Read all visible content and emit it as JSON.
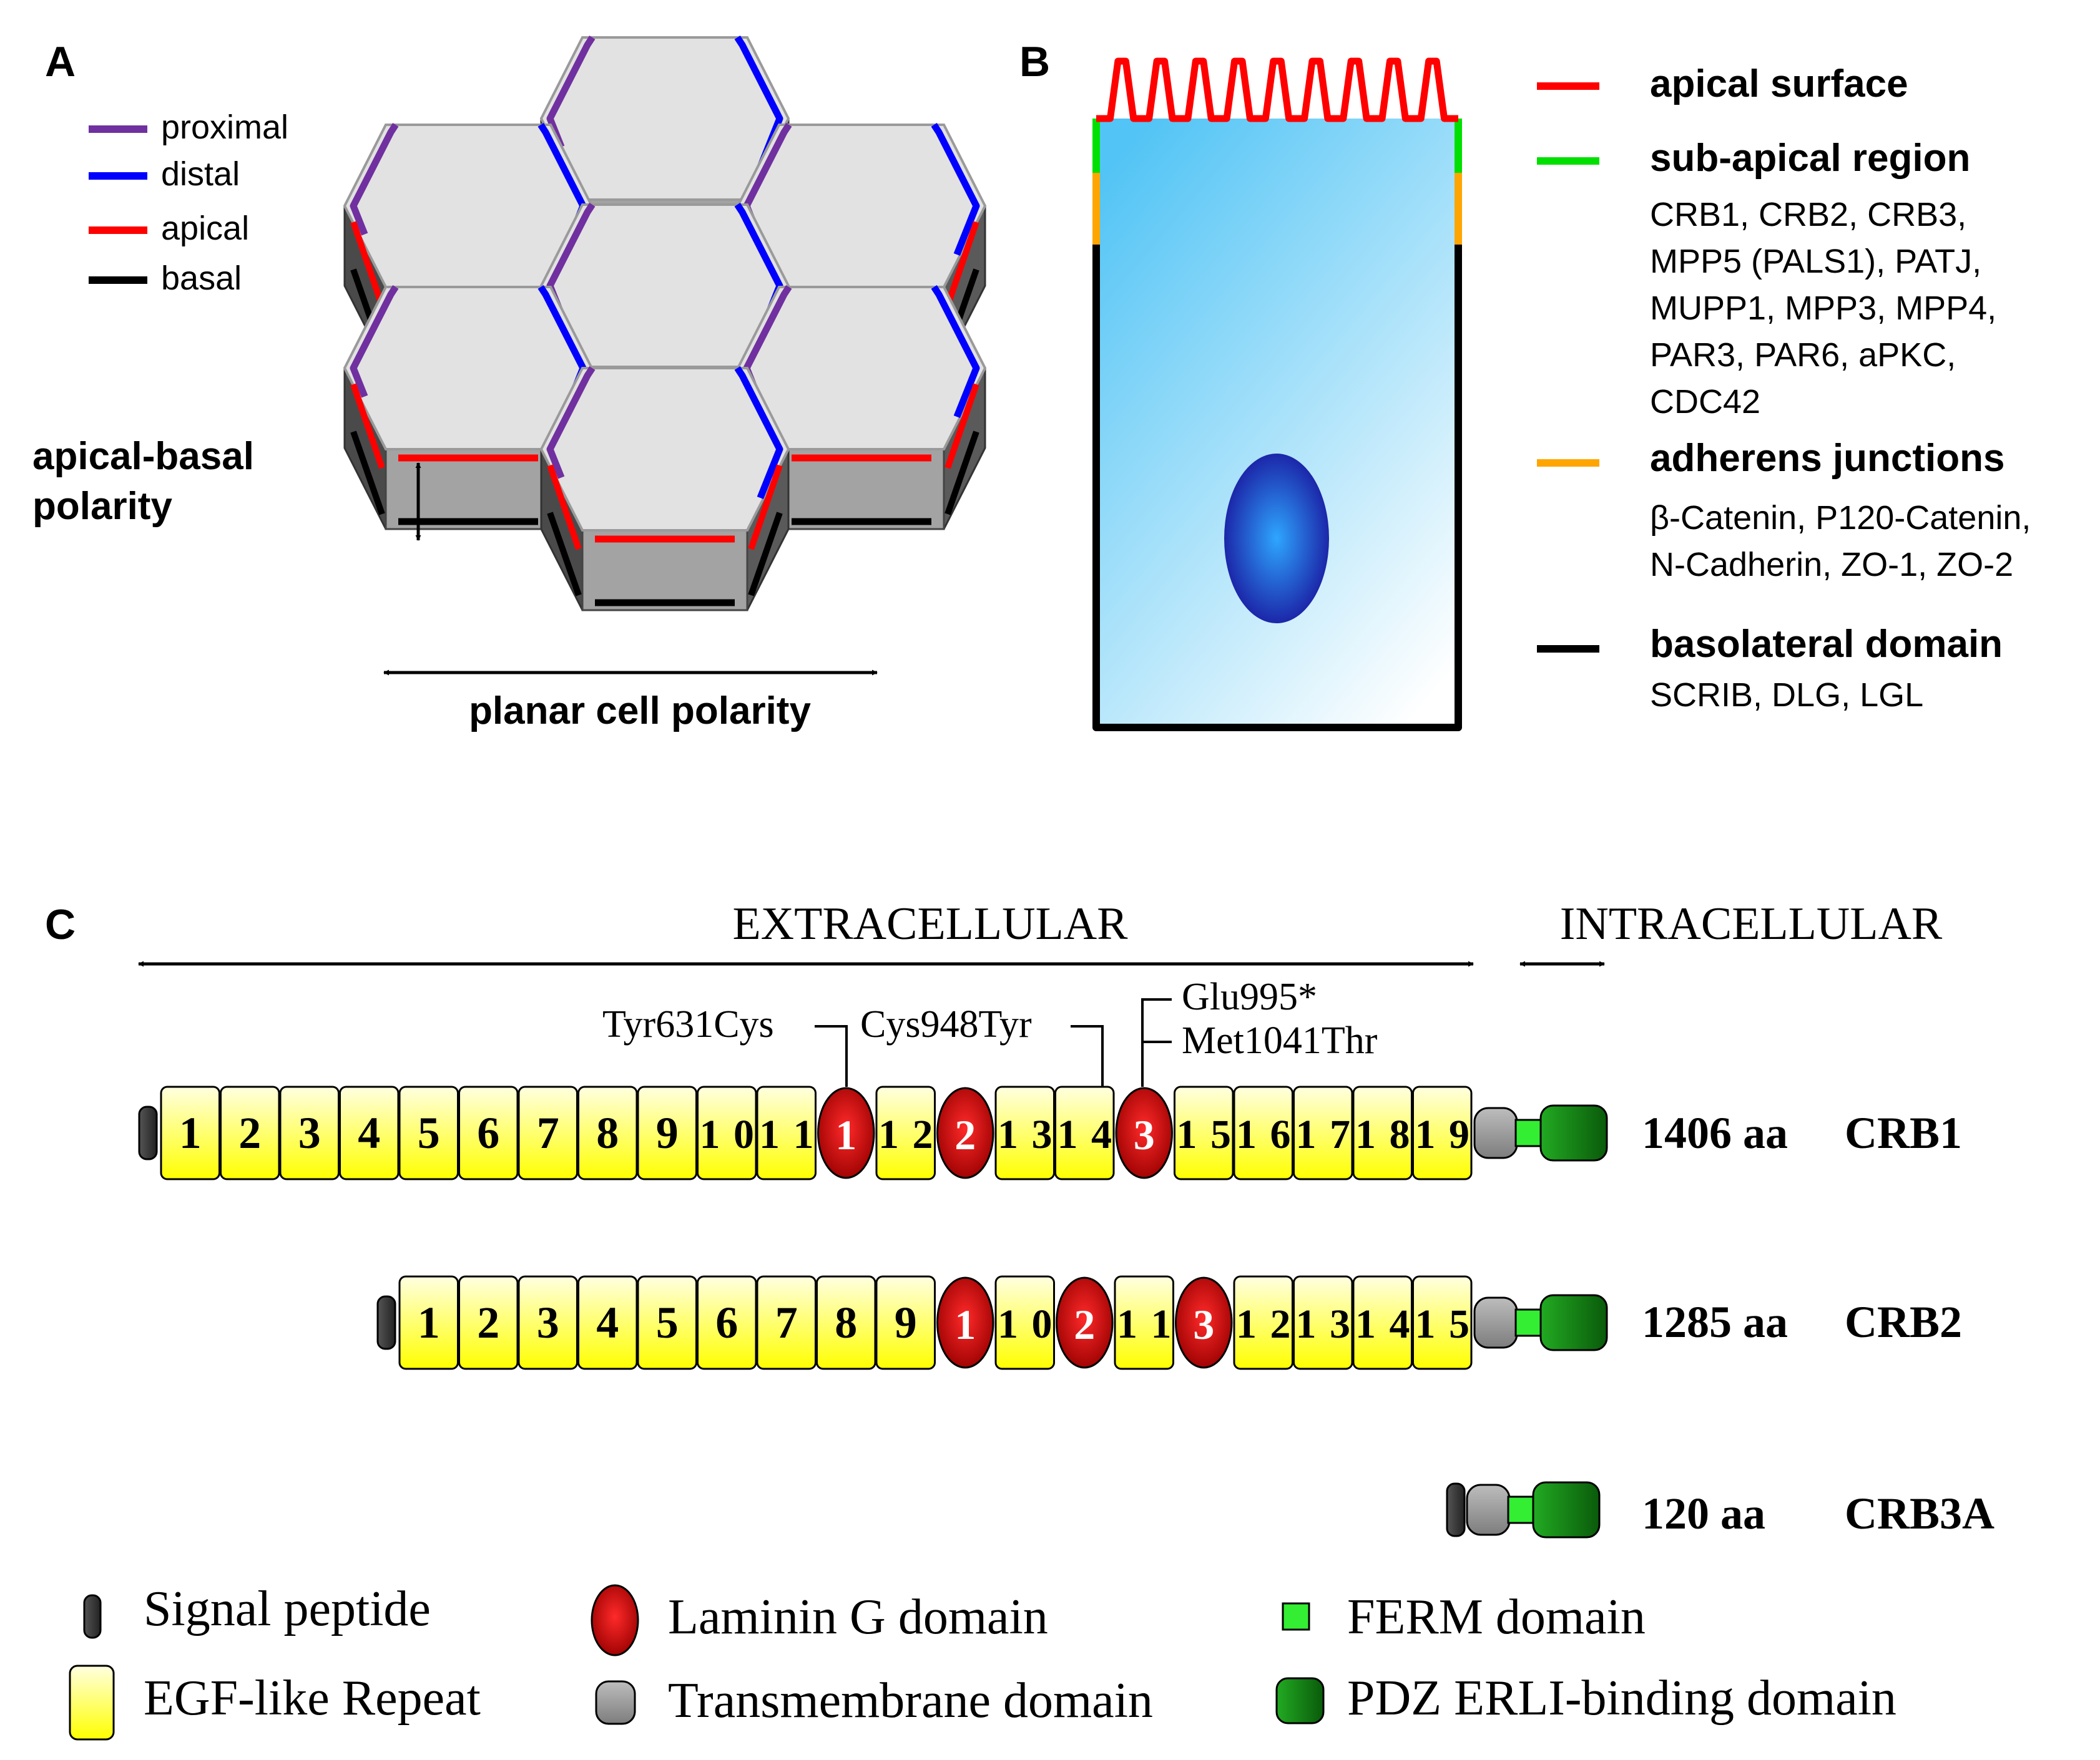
{
  "panel_a": {
    "letter": "A",
    "legend": [
      {
        "label": "proximal",
        "color": "#7030a0"
      },
      {
        "label": "distal",
        "color": "#0000ff"
      },
      {
        "label": "apical",
        "color": "#ff0000"
      },
      {
        "label": "basal",
        "color": "#000000"
      }
    ],
    "apical_basal_line1": "apical-basal",
    "apical_basal_line2": "polarity",
    "planar_label": "planar cell polarity"
  },
  "panel_b": {
    "letter": "B",
    "legend": [
      {
        "title": "apical surface",
        "color": "#ff0000",
        "lines": []
      },
      {
        "title": "sub-apical region",
        "color": "#00e000",
        "lines": [
          "CRB1, CRB2, CRB3,",
          "MPP5 (PALS1), PATJ,",
          "MUPP1, MPP3, MPP4,",
          "PAR3, PAR6, aPKC,",
          "CDC42"
        ]
      },
      {
        "title": "adherens junctions",
        "color": "#ffa500",
        "lines": [
          "β-Catenin, P120-Catenin,",
          "N-Cadherin, ZO-1, ZO-2"
        ]
      },
      {
        "title": "basolateral domain",
        "color": "#000000",
        "lines": [
          "SCRIB, DLG, LGL"
        ]
      }
    ]
  },
  "panel_c": {
    "letter": "C",
    "extracellular_label": "EXTRACELLULAR",
    "intracellular_label": "INTRACELLULAR",
    "mutations": {
      "tyr": "Tyr631Cys",
      "cys": "Cys948Tyr",
      "glu": "Glu995*",
      "met": "Met1041Thr"
    },
    "proteins": [
      {
        "name": "CRB1",
        "length": "1406 aa",
        "domains": [
          "1",
          "2",
          "3",
          "4",
          "5",
          "6",
          "7",
          "8",
          "9",
          "10",
          "11",
          "L1",
          "12",
          "L2",
          "13",
          "14",
          "L3",
          "15",
          "16",
          "17",
          "18",
          "19"
        ]
      },
      {
        "name": "CRB2",
        "length": "1285 aa",
        "domains": [
          "1",
          "2",
          "3",
          "4",
          "5",
          "6",
          "7",
          "8",
          "9",
          "L1",
          "10",
          "L2",
          "11",
          "L3",
          "12",
          "13",
          "14",
          "15"
        ]
      },
      {
        "name": "CRB3A",
        "length": "120 aa",
        "domains": []
      }
    ],
    "legend": {
      "signal_peptide": "Signal peptide",
      "egf": "EGF-like Repeat",
      "laminin": "Laminin G domain",
      "transmembrane": "Transmembrane domain",
      "ferm": "FERM domain",
      "pdz": "PDZ ERLI-binding domain"
    }
  },
  "colors": {
    "proximal": "#7030a0",
    "distal": "#0000ff",
    "apical": "#ff0000",
    "basal": "#000000",
    "subapical": "#00e000",
    "adherens": "#ffa500",
    "egf": "#ffff33",
    "laminin": "#cc0000",
    "transmembrane": "#999999",
    "ferm": "#33ee33",
    "pdz": "#118811"
  }
}
